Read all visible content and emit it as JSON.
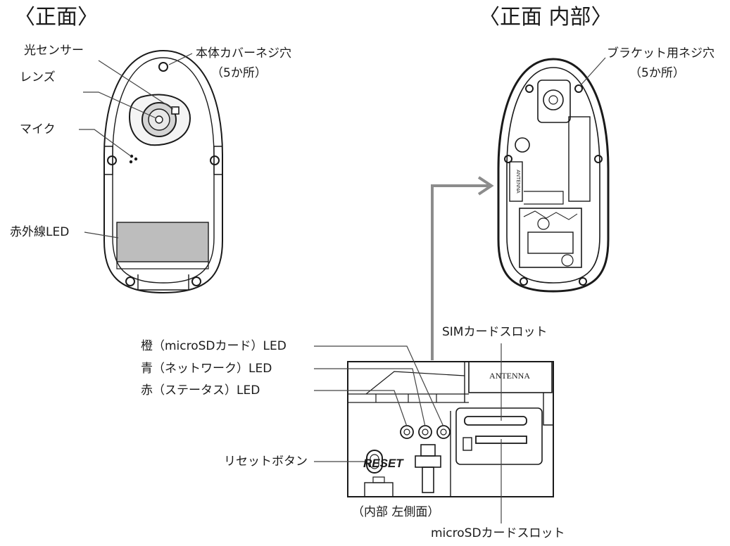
{
  "titles": {
    "front": "〈正面〉",
    "front_inside": "〈正面 内部〉"
  },
  "front_labels": {
    "light_sensor": "光センサー",
    "lens": "レンズ",
    "mic": "マイク",
    "ir_led": "赤外線LED",
    "cover_screw": "本体カバーネジ穴",
    "cover_screw_count": "（5か所）"
  },
  "inside_labels": {
    "bracket_screw": "ブラケット用ネジ穴",
    "bracket_screw_count": "（5か所）",
    "antenna_board": "ANTENNA"
  },
  "detail_labels": {
    "orange_led": "橙（microSDカード）LED",
    "blue_led": "青（ネットワーク）LED",
    "red_led": "赤（ステータス）LED",
    "reset_button": "リセットボタン",
    "reset_print": "RESET",
    "antenna_print": "ANTENNA",
    "sim_slot": "SIMカードスロット",
    "microsd_slot": "microSDカードスロット",
    "side_caption": "（内部 左側面）"
  },
  "colors": {
    "line": "#1a1a1a",
    "leader": "#444444",
    "arrow": "#8c8c8c",
    "ir_window": "#bdbdbd",
    "lens_fill": "#d4d4d4",
    "panel": "#f4f4f4"
  }
}
